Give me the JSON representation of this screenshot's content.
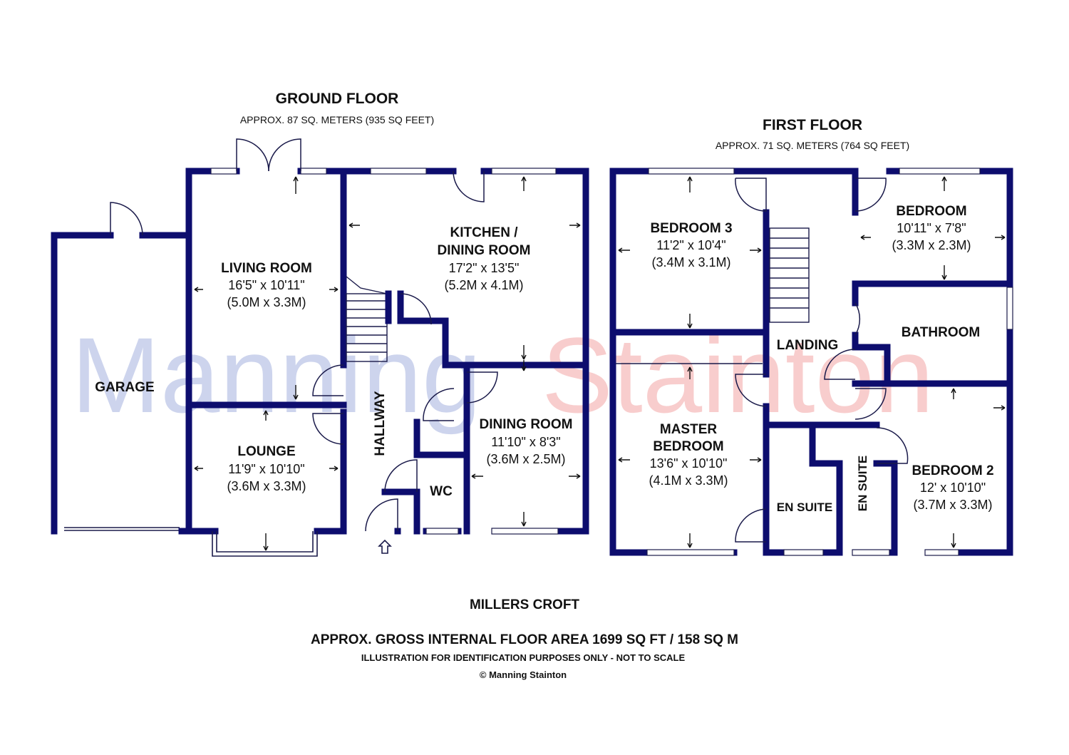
{
  "watermark": {
    "part1": "Manning",
    "part2": "Stainton",
    "color1": "#1f3fb0",
    "color2": "#e02020"
  },
  "ground_floor": {
    "title": "GROUND FLOOR",
    "area": "APPROX. 87 SQ. METERS (935 SQ FEET)",
    "rooms": {
      "garage": {
        "name": "GARAGE"
      },
      "living": {
        "name": "LIVING ROOM",
        "imperial": "16'5\" x 10'11\"",
        "metric": "(5.0M x 3.3M)"
      },
      "kitchen": {
        "name1": "KITCHEN /",
        "name2": "DINING ROOM",
        "imperial": "17'2\" x 13'5\"",
        "metric": "(5.2M x 4.1M)"
      },
      "lounge": {
        "name": "LOUNGE",
        "imperial": "11'9\" x 10'10\"",
        "metric": "(3.6M x 3.3M)"
      },
      "hallway": {
        "name": "HALLWAY"
      },
      "wc": {
        "name": "WC"
      },
      "dining": {
        "name": "DINING ROOM",
        "imperial": "11'10\" x 8'3\"",
        "metric": "(3.6M x 2.5M)"
      }
    }
  },
  "first_floor": {
    "title": "FIRST FLOOR",
    "area": "APPROX. 71 SQ. METERS (764 SQ FEET)",
    "rooms": {
      "bedroom3": {
        "name": "BEDROOM 3",
        "imperial": "11'2\" x 10'4\"",
        "metric": "(3.4M x 3.1M)"
      },
      "bedroom": {
        "name": "BEDROOM",
        "imperial": "10'11\" x 7'8\"",
        "metric": "(3.3M x 2.3M)"
      },
      "bathroom": {
        "name": "BATHROOM"
      },
      "landing": {
        "name": "LANDING"
      },
      "master": {
        "name1": "MASTER",
        "name2": "BEDROOM",
        "imperial": "13'6\" x 10'10\"",
        "metric": "(4.1M x 3.3M)"
      },
      "ensuite1": {
        "name": "EN SUITE"
      },
      "ensuite2": {
        "name": "EN SUITE"
      },
      "bedroom2": {
        "name": "BEDROOM 2",
        "imperial": "12' x 10'10\"",
        "metric": "(3.7M x 3.3M)"
      }
    }
  },
  "footer": {
    "property": "MILLERS CROFT",
    "gross_area": "APPROX. GROSS INTERNAL FLOOR AREA 1699 SQ FT / 158 SQ M",
    "disclaimer": "ILLUSTRATION FOR IDENTIFICATION PURPOSES ONLY - NOT TO SCALE",
    "copyright": "© Manning Stainton"
  }
}
